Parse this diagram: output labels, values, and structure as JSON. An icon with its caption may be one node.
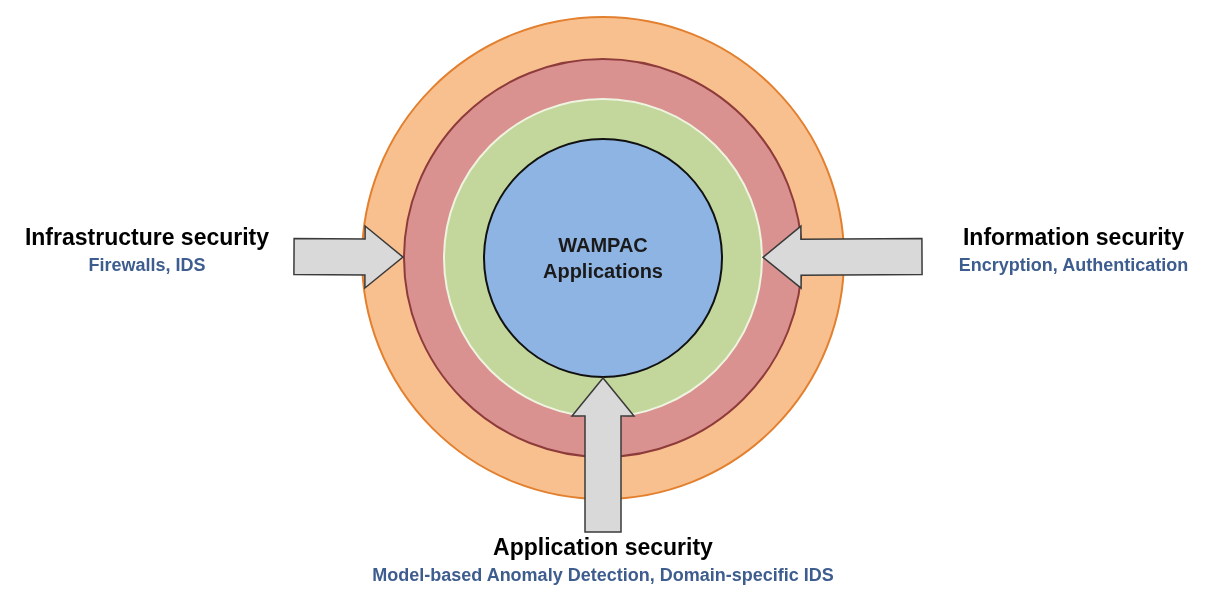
{
  "diagram": {
    "nodes": [
      {
        "text": [],
        "shape": "circle"
      },
      {
        "text": [],
        "shape": "circle",
        "in": 0
      },
      {
        "text": [],
        "shape": "circle",
        "in": 1
      },
      {
        "text": [
          "WAMPAC Applications"
        ],
        "in": 2
      },
      {
        "text": [
          "Infrastructure security",
          "Firewalls, IDS"
        ]
      },
      {
        "text": [
          "Information security",
          "Encryption, Authentication"
        ]
      },
      {
        "text": [
          "Application security",
          "Model-based Anomaly Detection, Domain-specific IDS"
        ]
      }
    ],
    "edges": [
      {
        "from": 4,
        "to": 1,
        "arrow": "to"
      },
      {
        "from": 5,
        "to": 2,
        "arrow": "to"
      },
      {
        "from": 6,
        "to": 3,
        "arrow": "to"
      }
    ]
  }
}
